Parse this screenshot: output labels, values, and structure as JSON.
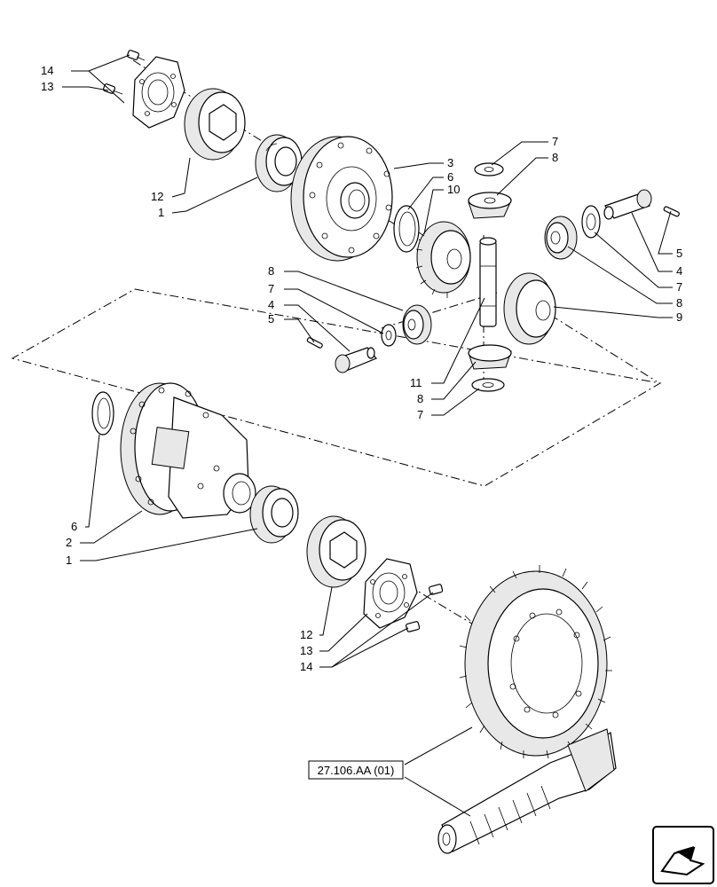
{
  "callouts": {
    "c14a": "14",
    "c13a": "13",
    "c12a": "12",
    "c1a": "1",
    "c3": "3",
    "c6a": "6",
    "c10": "10",
    "c7a": "7",
    "c8a": "8",
    "c5a": "5",
    "c4a": "4",
    "c7b": "7",
    "c8b": "8",
    "c9": "9",
    "c8c": "8",
    "c7c": "7",
    "c4b": "4",
    "c5b": "5",
    "c11": "11",
    "c8d": "8",
    "c7d": "7",
    "c6b": "6",
    "c2": "2",
    "c1b": "1",
    "c12b": "12",
    "c13b": "13",
    "c14b": "14"
  },
  "reference_box": "27.106.AA (01)",
  "icons": {
    "navigation": "arrow-nav-icon"
  }
}
